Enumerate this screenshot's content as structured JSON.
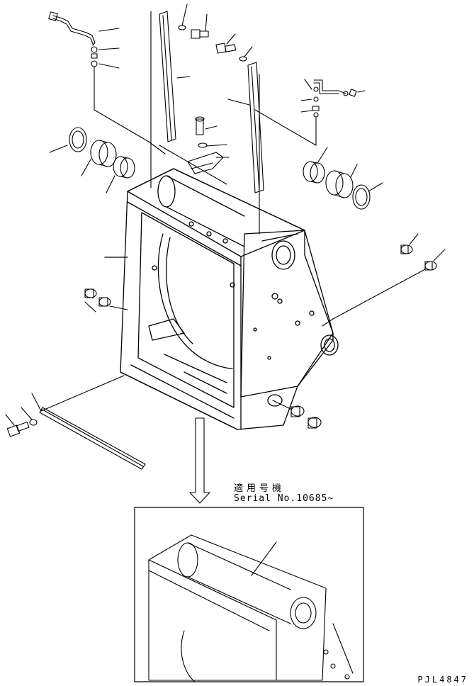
{
  "diagram": {
    "inset_note_japanese": "適用号機",
    "inset_note_serial": "Serial No.10685~",
    "drawing_code": "PJL4847"
  }
}
